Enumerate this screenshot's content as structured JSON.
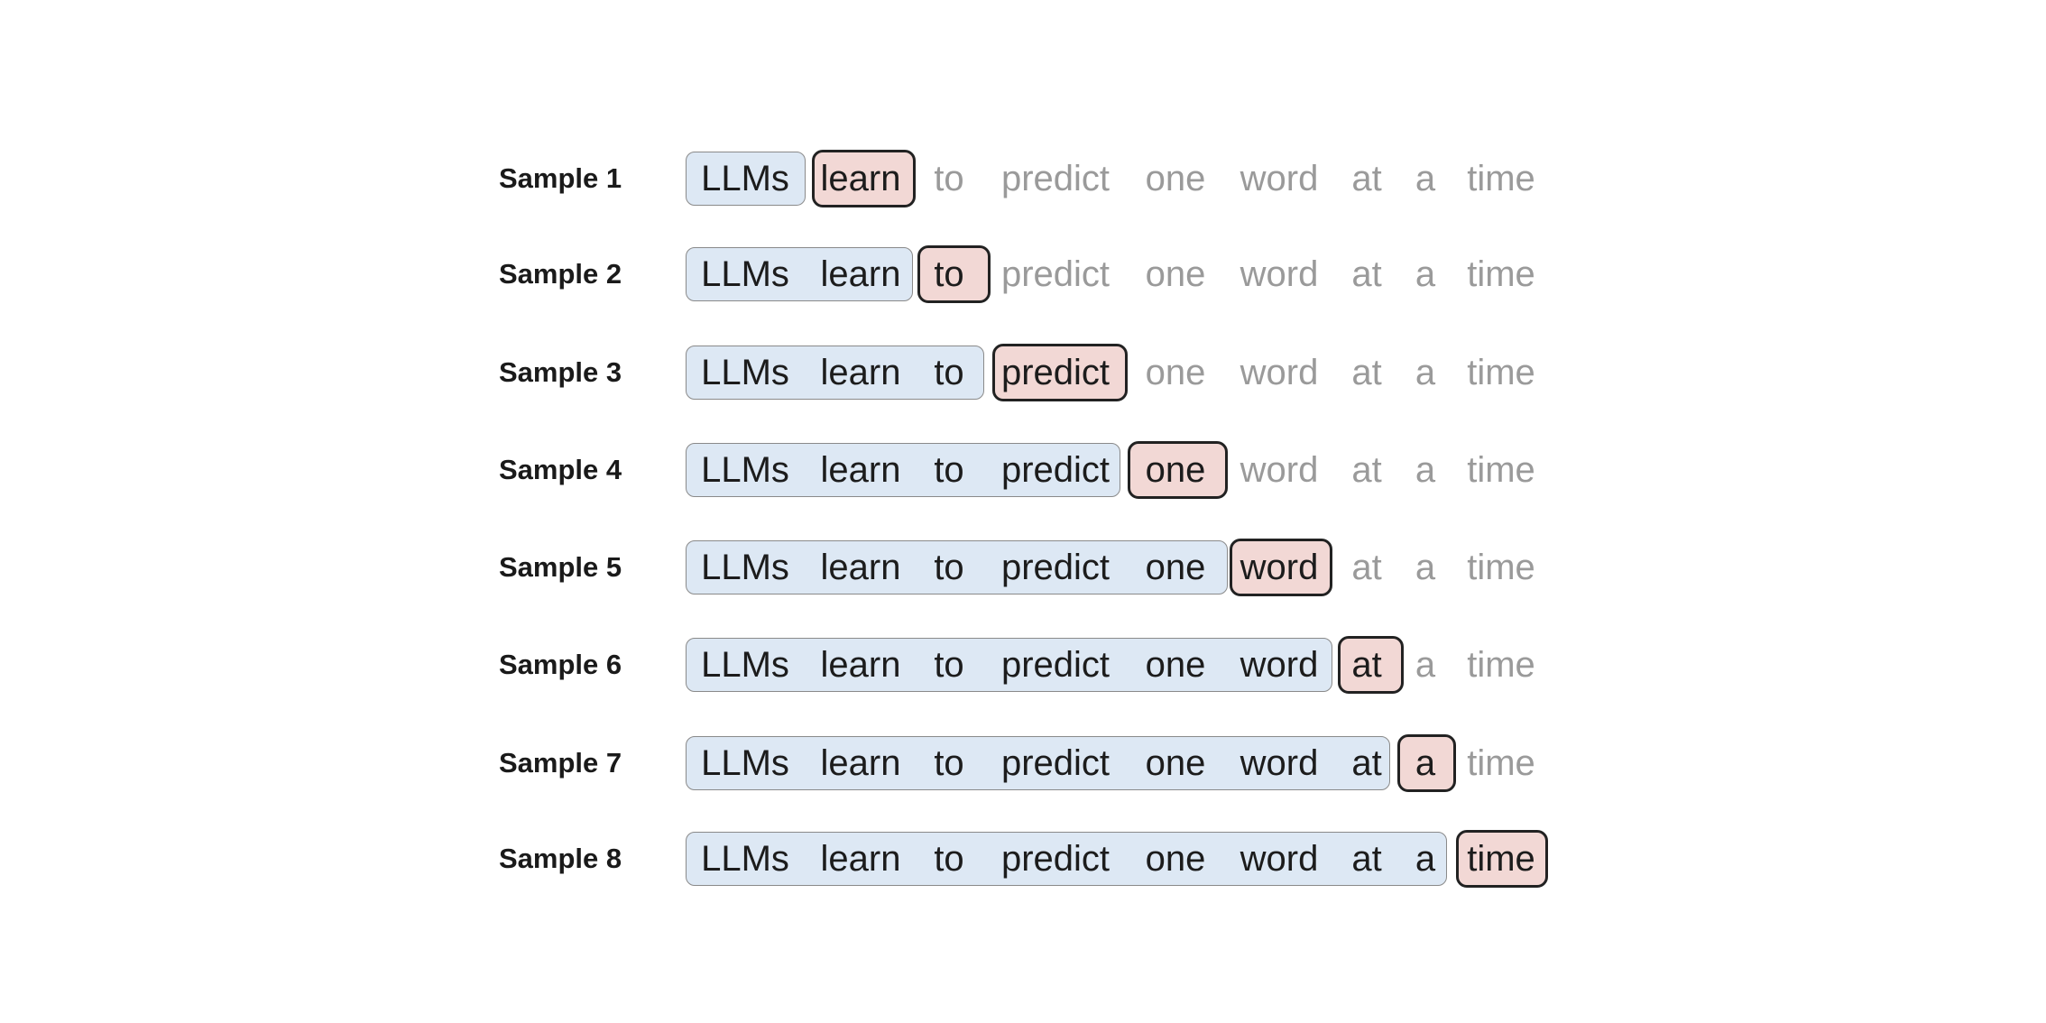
{
  "words": [
    "LLMs",
    "learn",
    "to",
    "predict",
    "one",
    "word",
    "at",
    "a",
    "time"
  ],
  "samples": [
    {
      "label": "Sample 1",
      "target_index": 1
    },
    {
      "label": "Sample 2",
      "target_index": 2
    },
    {
      "label": "Sample 3",
      "target_index": 3
    },
    {
      "label": "Sample 4",
      "target_index": 4
    },
    {
      "label": "Sample 5",
      "target_index": 5
    },
    {
      "label": "Sample 6",
      "target_index": 6
    },
    {
      "label": "Sample 7",
      "target_index": 7
    },
    {
      "label": "Sample 8",
      "target_index": 8
    }
  ],
  "colors": {
    "context_fill": "#dde8f4",
    "context_border": "#8a8a8a",
    "target_fill": "#f2d8d5",
    "target_border": "#222222",
    "future_text": "#9a9a9a",
    "text": "#1c1c1c"
  }
}
